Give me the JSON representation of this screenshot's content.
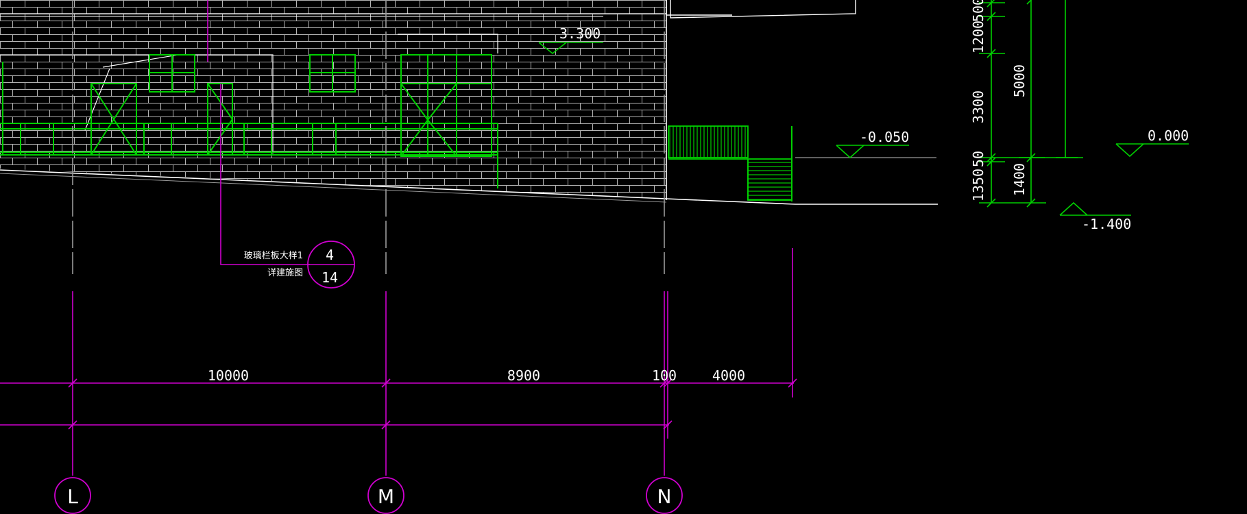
{
  "colors": {
    "background": "#000000",
    "wall_line": "#c8c8c8",
    "window": "#00d000",
    "dimension": "#00cc00",
    "grid_axis": "#d000d0",
    "text": "#ffffff"
  },
  "elevation_marks": {
    "upper": "3.300",
    "entry": "-0.050",
    "outside": "0.000",
    "ground": "-1.400"
  },
  "vertical_dimensions": {
    "top_partial": "500",
    "d1200": "1200",
    "d3300": "3300",
    "d1350": "1350",
    "d50": "50",
    "d5000": "5000",
    "d1400": "1400"
  },
  "horizontal_dimensions": {
    "d10000": "10000",
    "d8900": "8900",
    "d100": "100",
    "d4000": "4000"
  },
  "detail_callout": {
    "label_line1": "玻璃栏板大样1",
    "label_line2": "详建施图",
    "detail_number": "4",
    "sheet_number": "14"
  },
  "grid_axes": {
    "L": "L",
    "M": "M",
    "N": "N"
  }
}
